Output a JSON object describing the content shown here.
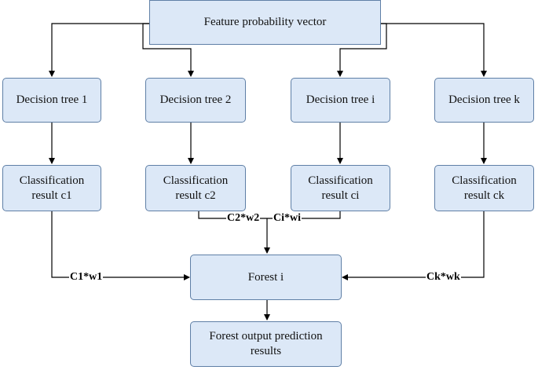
{
  "nodes": {
    "feature_vector": "Feature probability vector",
    "tree_1": "Decision tree 1",
    "tree_2": "Decision tree 2",
    "tree_i": "Decision tree i",
    "tree_k": "Decision tree k",
    "result_c1": "Classification\nresult c1",
    "result_c2": "Classification\nresult c2",
    "result_ci": "Classification\nresult ci",
    "result_ck": "Classification\nresult ck",
    "forest": "Forest i",
    "output": "Forest output prediction\nresults"
  },
  "edge_labels": {
    "w1": "C1*w1",
    "w2": "C2*w2",
    "wi": "Ci*wi",
    "wk": "Ck*wk"
  },
  "colors": {
    "node_fill": "#dce8f7",
    "node_border": "#5f7fa6",
    "edge": "#000000"
  }
}
